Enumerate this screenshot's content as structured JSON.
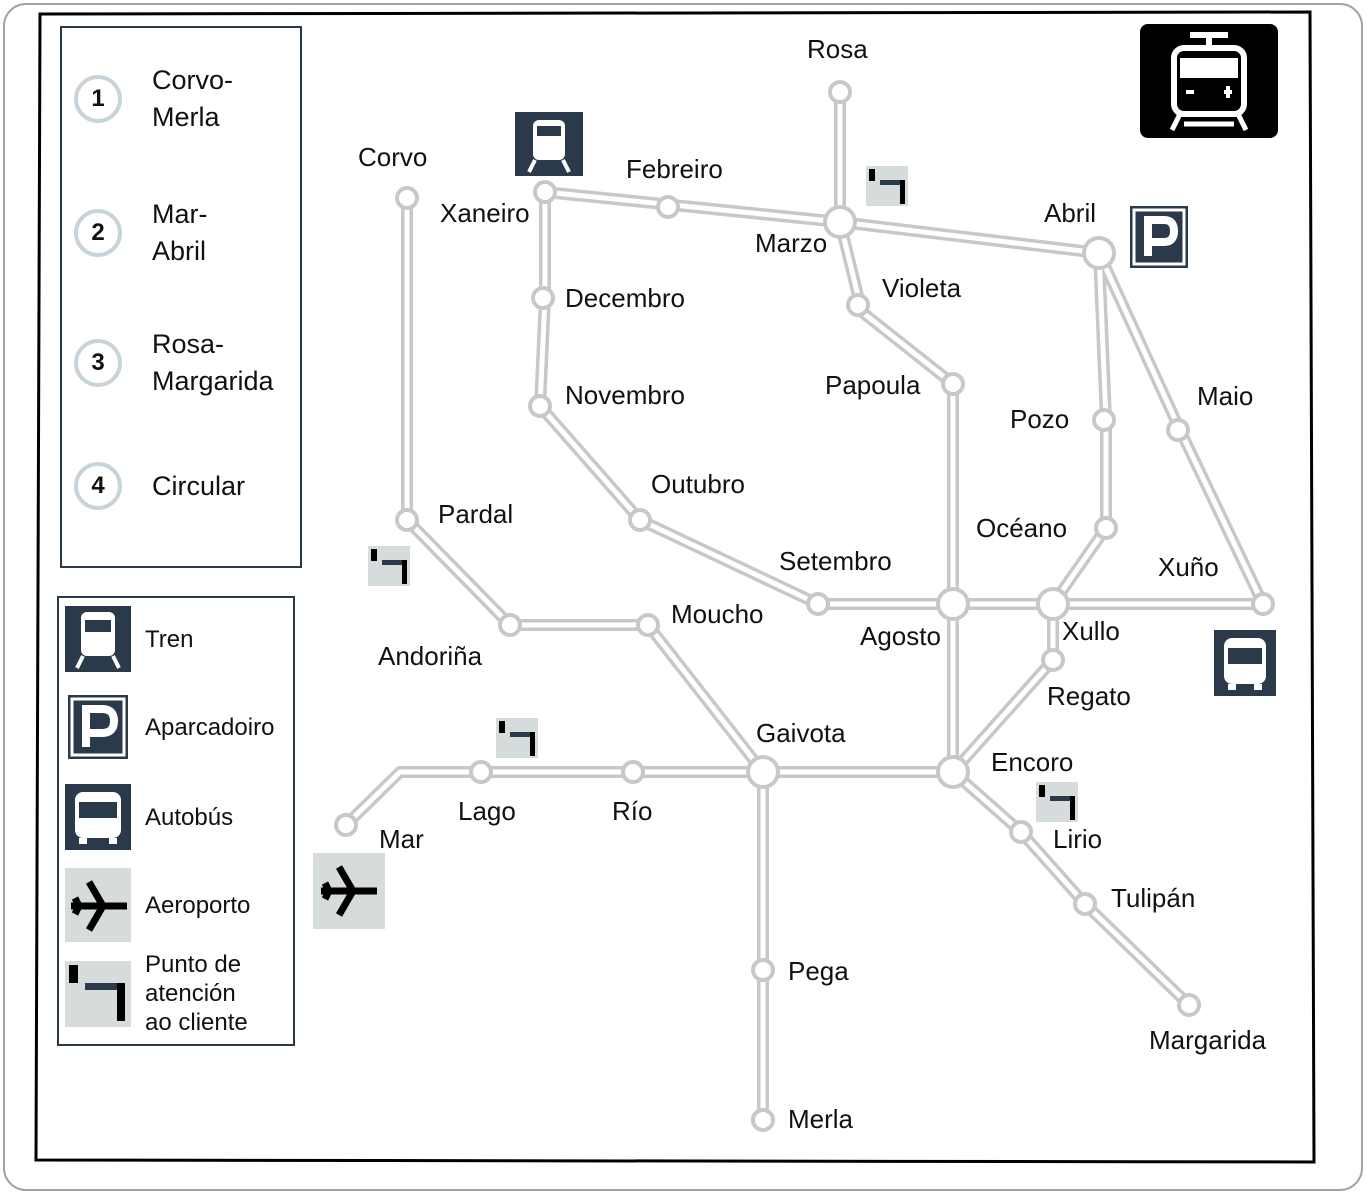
{
  "lines_legend": [
    {
      "number": "1",
      "name": "Corvo-\nMerla"
    },
    {
      "number": "2",
      "name": "Mar-\nAbril"
    },
    {
      "number": "3",
      "name": "Rosa-\nMargarida"
    },
    {
      "number": "4",
      "name": "Circular"
    }
  ],
  "symbols_legend": [
    {
      "icon": "train-icon",
      "label": "Tren"
    },
    {
      "icon": "parking-icon",
      "label": "Aparcadoiro"
    },
    {
      "icon": "bus-icon",
      "label": "Autobús"
    },
    {
      "icon": "airplane-icon",
      "label": "Aeroporto"
    },
    {
      "icon": "customer-service-icon",
      "label": "Punto de\natención\nao cliente"
    }
  ],
  "stations": {
    "rosa": "Rosa",
    "corvo": "Corvo",
    "xaneiro": "Xaneiro",
    "febreiro": "Febreiro",
    "marzo": "Marzo",
    "abril": "Abril",
    "violeta": "Violeta",
    "decembro": "Decembro",
    "novembro": "Novembro",
    "papoula": "Papoula",
    "pozo": "Pozo",
    "maio": "Maio",
    "outubro": "Outubro",
    "pardal": "Pardal",
    "oceano": "Océano",
    "setembro": "Setembro",
    "xuno": "Xuño",
    "moucho": "Moucho",
    "agosto": "Agosto",
    "xullo": "Xullo",
    "andorina": "Andoriña",
    "regato": "Regato",
    "gaivota": "Gaivota",
    "encoro": "Encoro",
    "lago": "Lago",
    "rio": "Río",
    "mar": "Mar",
    "lirio": "Lirio",
    "tulipan": "Tulipán",
    "pega": "Pega",
    "margarida": "Margarida",
    "merla": "Merla"
  },
  "colors": {
    "track": "#c8c8c8",
    "icon_dark": "#2a3a4a",
    "border": "#000000"
  }
}
